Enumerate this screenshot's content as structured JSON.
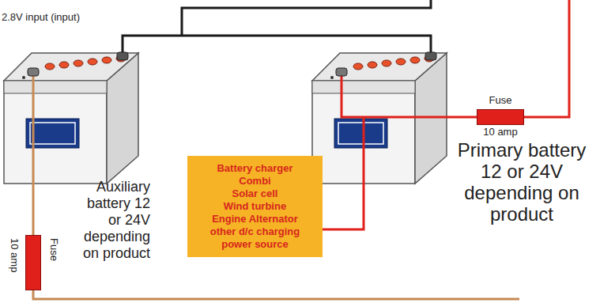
{
  "diagram": {
    "nodes": [
      {
        "text": [
          "Fuse",
          "10 amp"
        ]
      },
      {
        "text": [
          "Battery charger",
          "Combi",
          "Solar cell",
          "Wind turbine",
          "Engine Alternator",
          "other d/c charging power source"
        ]
      },
      {
        "text": [
          "Fuse",
          "10 amp"
        ]
      }
    ],
    "labels": [
      "2.8V input (input)",
      "Auxiliary battery 12 or 24V depending on product",
      "Primary battery 12 or 24V depending on product"
    ]
  }
}
